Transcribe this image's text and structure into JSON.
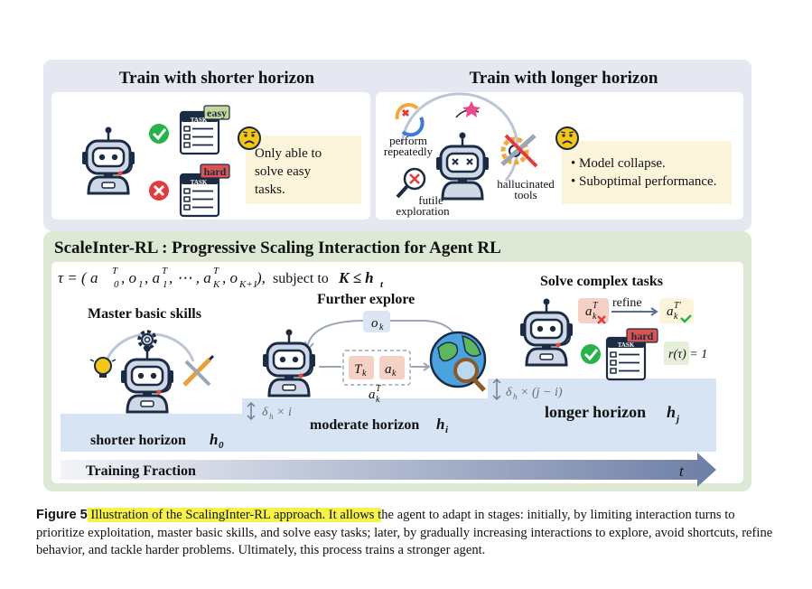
{
  "top": {
    "left_title": "Train with shorter horizon",
    "right_title": "Train with longer horizon",
    "easy_badge": "easy",
    "hard_badge": "hard",
    "task_label": "TASK",
    "short_note": [
      "Only able to",
      "solve easy",
      "tasks."
    ],
    "perform": [
      "perform",
      "repeatedly"
    ],
    "futile": [
      "futile",
      "exploration"
    ],
    "hallucinated": [
      "hallucinated",
      "tools"
    ],
    "long_notes": [
      "• Model collapse.",
      "• Suboptimal performance."
    ]
  },
  "bottom": {
    "title": "ScaleInter-RL : Progressive Scaling Interaction for Agent RL",
    "formula_prefix": "τ = ( a",
    "subject_text": "subject to",
    "master": "Master basic skills",
    "further": "Further explore",
    "solve": "Solve complex tasks",
    "ok": "o",
    "tk": "T",
    "ak": "a",
    "refine": "refine",
    "reward": "r(τ) = 1",
    "delta_i": "δ",
    "delta_j": "δ",
    "h0_label": "shorter horizon",
    "hi_label": "moderate horizon",
    "hj_label": "longer horizon",
    "training_fraction": "Training Fraction",
    "t": "t"
  },
  "caption": {
    "label": "Figure 5",
    "highlight": " Illustration of the ScalingInter-RL approach. It allows t",
    "rest": "he agent to adapt in stages: initially, by limiting interaction turns to prioritize exploitation, master basic skills, and solve easy tasks; later, by gradually increasing interactions to explore, avoid shortcuts, refine behavior, and tackle harder problems. Ultimately, this process trains a stronger agent."
  },
  "colors": {
    "top_panel": "#e6e8f1",
    "bottom_panel": "#dde9d4",
    "horizon_bar": "#d6e4f3",
    "note_bg": "#fdf4dc",
    "check": "#27b24a",
    "cross": "#e23b3b",
    "badge_easy": "#c6d79a",
    "badge_hard": "#d9534f",
    "emoji": "#f5c518"
  }
}
